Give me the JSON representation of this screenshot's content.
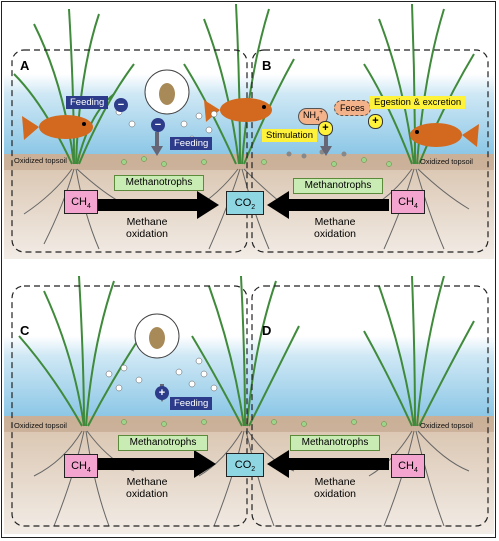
{
  "panels": {
    "A": {
      "label": "A"
    },
    "B": {
      "label": "B"
    },
    "C": {
      "label": "C"
    },
    "D": {
      "label": "D"
    }
  },
  "labels": {
    "oxidized_topsoil": "Oxidized topsoil",
    "methanotrophs": "Methanotrophs",
    "ch4": "CH",
    "ch4_sub": "4",
    "co2": "CO",
    "co2_sub": "2",
    "methane_oxidation_1": "Methane",
    "methane_oxidation_2": "oxidation",
    "feeding": "Feeding",
    "stimulation": "Stimulation",
    "feces": "Feces",
    "nh4": "NH",
    "nh4_sub": "4",
    "nh4_sup": "+",
    "egestion": "Egestion & excretion",
    "minus": "−",
    "plus": "+"
  },
  "colors": {
    "water": "#9fd3ec",
    "soil": "#c8b098",
    "ch4": "#f3a5d0",
    "co2": "#8fd6e3",
    "methanotroph_box": "#c9ecb4",
    "navy": "#2d3c8a",
    "yellow": "#fff23a"
  }
}
